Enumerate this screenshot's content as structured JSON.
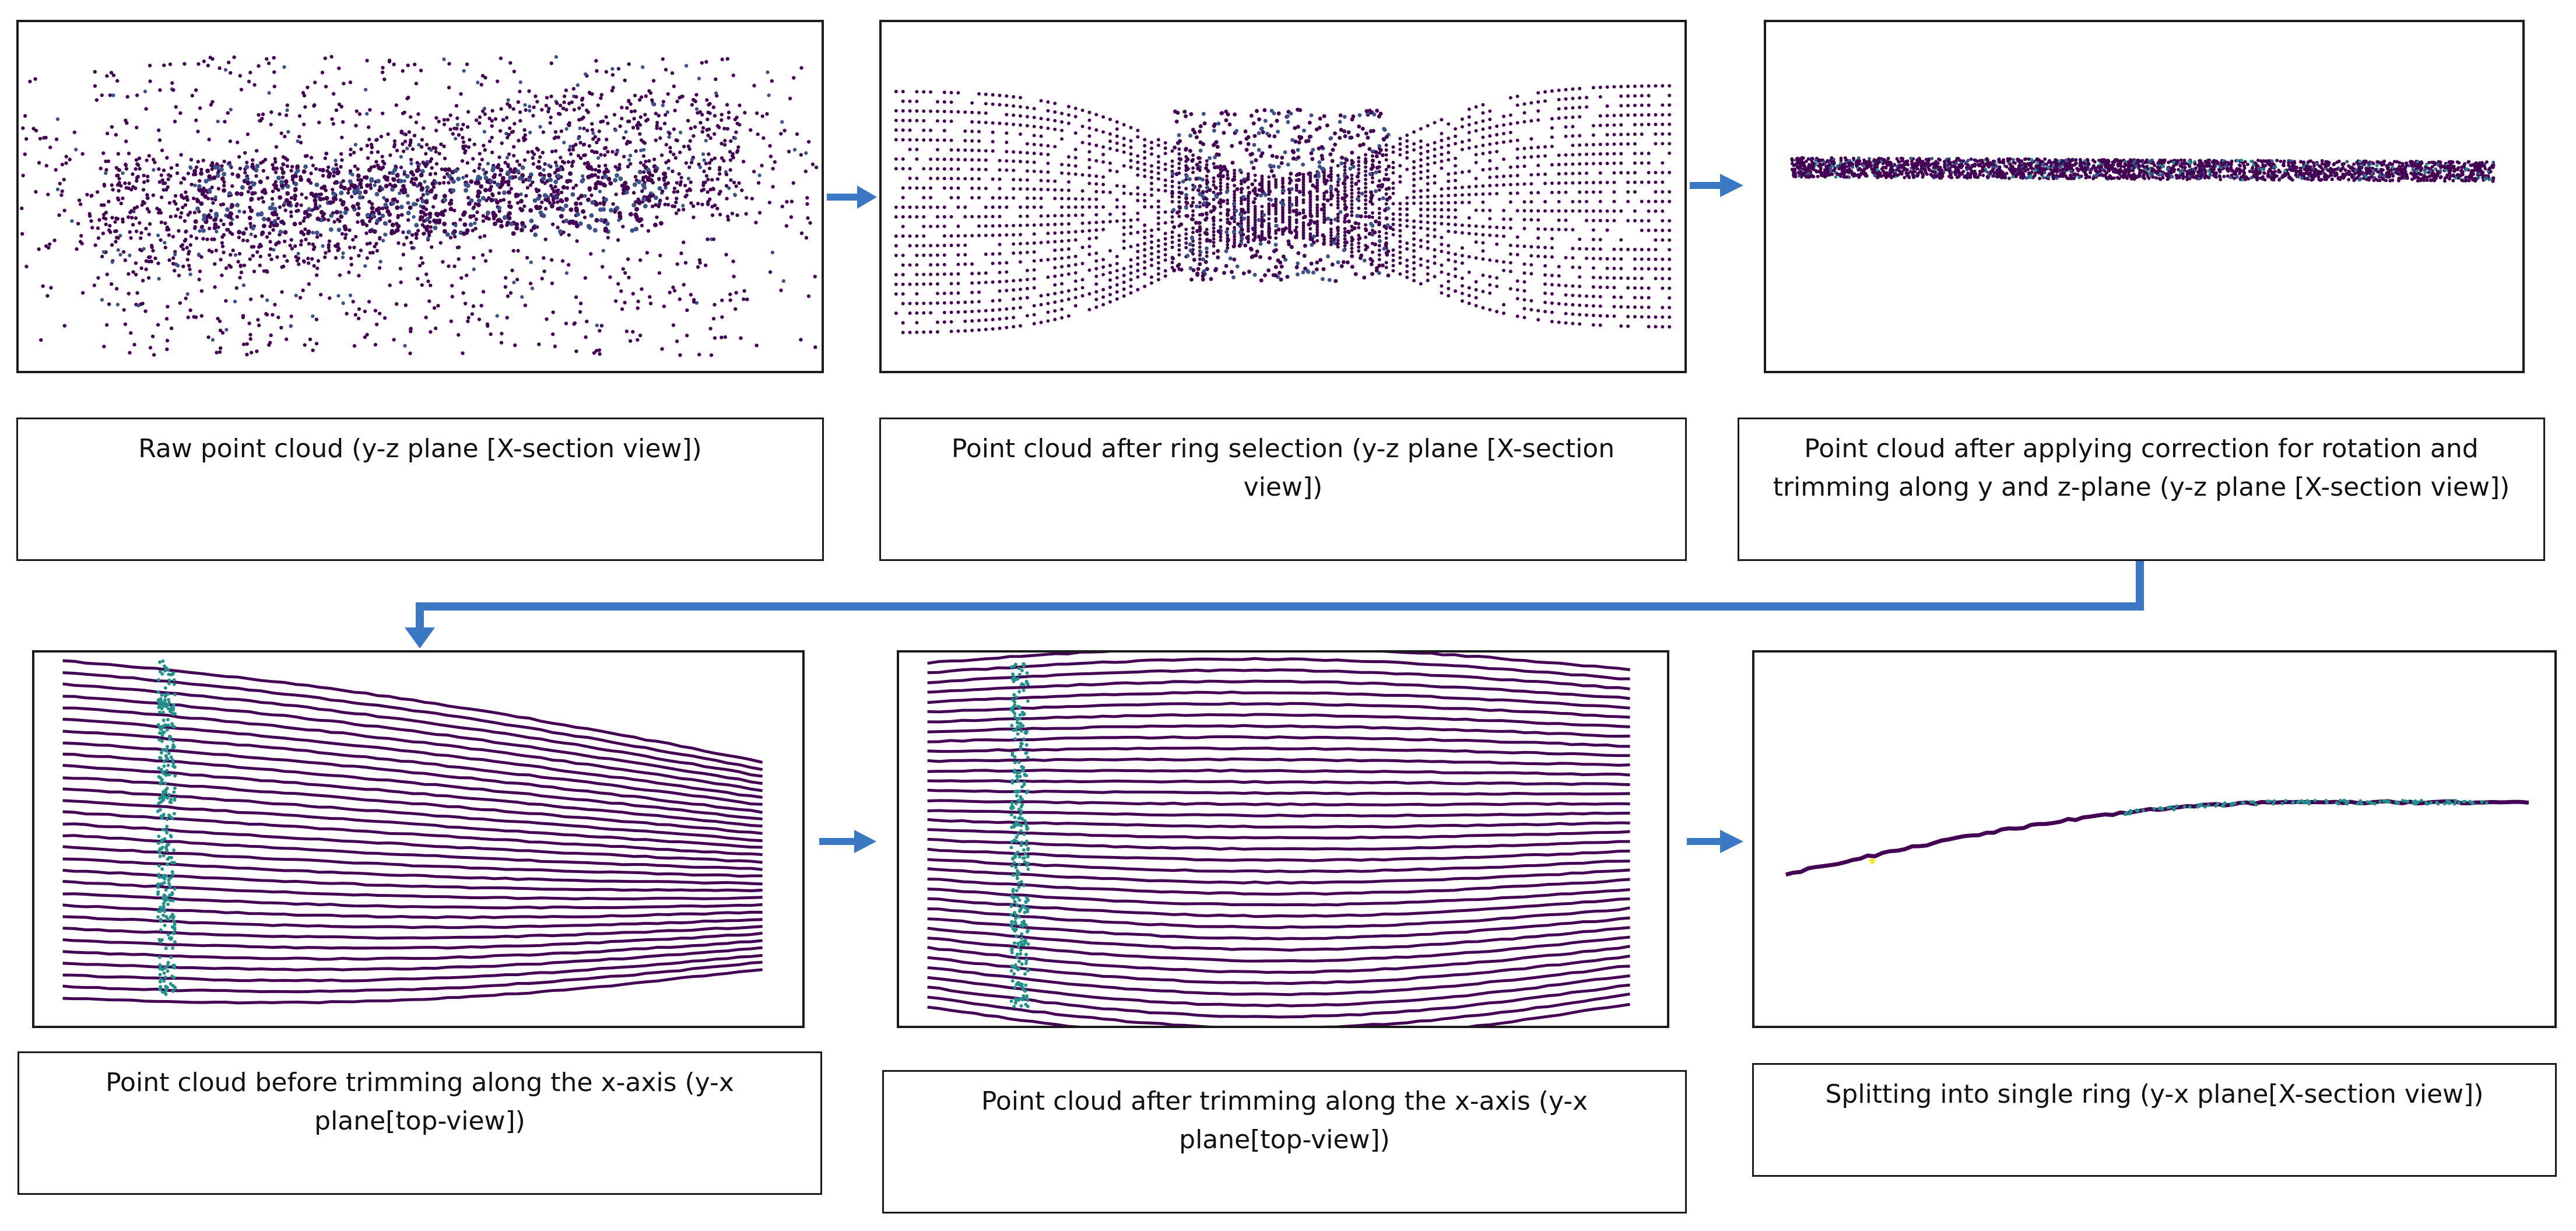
{
  "colors": {
    "viridis_dark": "#440154",
    "viridis_mid": "#3b528b",
    "viridis_teal": "#21918c",
    "viridis_green": "#5ec962",
    "viridis_yellow": "#fde725",
    "arrow": "#3a78c3",
    "border": "#1a1a1a"
  },
  "row1": {
    "panels": [
      {
        "view": "raw point cloud",
        "caption": "Raw point cloud (y-z plane [X-section view])"
      },
      {
        "view": "ring selection",
        "caption": "Point cloud after ring selection (y-z plane [X-section view])"
      },
      {
        "view": "rotation correction and trimming",
        "caption": "Point cloud after applying correction for rotation and trimming along y and z-plane (y-z plane [X-section view])"
      }
    ]
  },
  "row2": {
    "panels": [
      {
        "view": "before x-trim top view",
        "caption": "Point cloud before trimming along the x-axis (y-x plane[top-view])"
      },
      {
        "view": "after x-trim top view",
        "caption": "Point cloud after trimming along the x-axis (y-x plane[top-view])"
      },
      {
        "view": "single ring",
        "caption": "Splitting into single ring (y-x plane[X-section view])"
      }
    ]
  }
}
